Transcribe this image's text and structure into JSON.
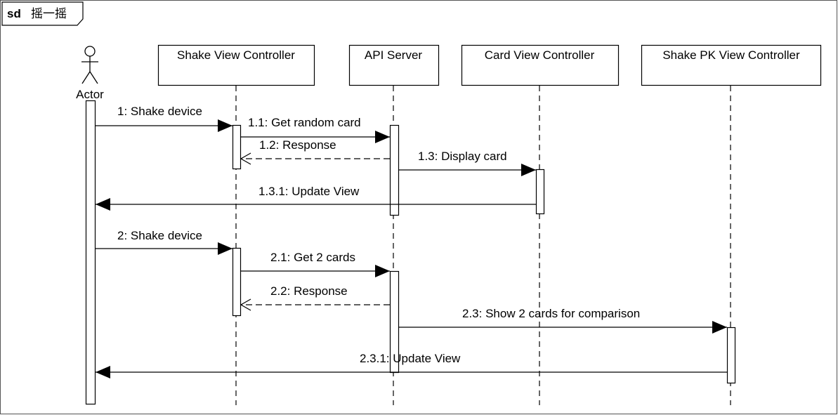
{
  "frame": {
    "kind": "sd",
    "title": "摇一摇"
  },
  "actor": {
    "name": "Actor"
  },
  "participants": [
    {
      "id": "svc",
      "name": "Shake View Controller"
    },
    {
      "id": "api",
      "name": "API Server"
    },
    {
      "id": "cvc",
      "name": "Card View Controller"
    },
    {
      "id": "pk",
      "name": "Shake PK View Controller"
    }
  ],
  "messages": [
    {
      "label": "1: Shake device",
      "from": "actor",
      "to": "svc",
      "kind": "sync"
    },
    {
      "label": "1.1: Get random card",
      "from": "svc",
      "to": "api",
      "kind": "sync"
    },
    {
      "label": "1.2: Response",
      "from": "api",
      "to": "svc",
      "kind": "reply"
    },
    {
      "label": "1.3: Display card",
      "from": "api",
      "to": "cvc",
      "kind": "sync"
    },
    {
      "label": "1.3.1: Update View",
      "from": "cvc",
      "to": "actor",
      "kind": "sync"
    },
    {
      "label": "2: Shake device",
      "from": "actor",
      "to": "svc",
      "kind": "sync"
    },
    {
      "label": "2.1: Get 2 cards",
      "from": "svc",
      "to": "api",
      "kind": "sync"
    },
    {
      "label": "2.2: Response",
      "from": "api",
      "to": "svc",
      "kind": "reply"
    },
    {
      "label": "2.3: Show 2 cards for comparison",
      "from": "api",
      "to": "pk",
      "kind": "sync"
    },
    {
      "label": "2.3.1: Update View",
      "from": "pk",
      "to": "actor",
      "kind": "sync"
    }
  ]
}
